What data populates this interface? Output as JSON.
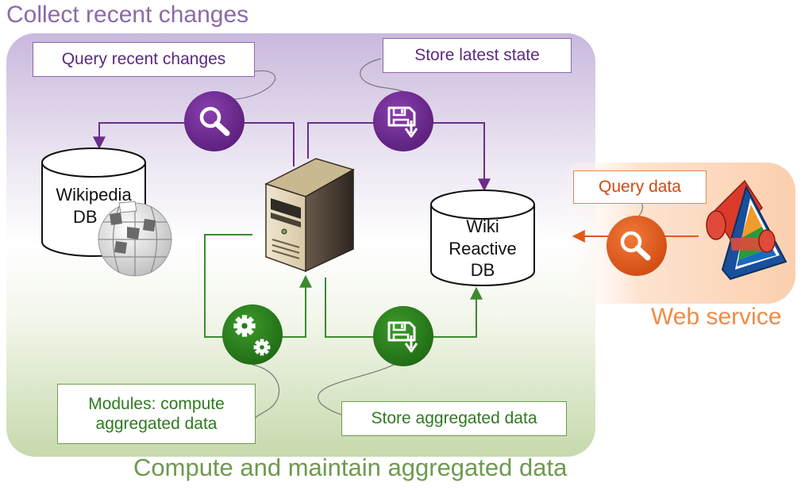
{
  "titles": {
    "collect": "Collect recent changes",
    "compute": "Compute and maintain aggregated data",
    "web_service": "Web service"
  },
  "labels": {
    "query_recent_changes": "Query recent changes",
    "store_latest_state": "Store latest state",
    "query_data": "Query data",
    "modules_line1": "Modules: compute",
    "modules_line2": "aggregated data",
    "store_aggregated_data": "Store aggregated data"
  },
  "databases": {
    "wikipedia": {
      "line1": "Wikipedia",
      "line2": "DB"
    },
    "wiki_reactive": {
      "line1": "Wiki",
      "line2": "Reactive",
      "line3": "DB"
    }
  },
  "icons": {
    "query_recent": "search-icon",
    "store_latest": "save-icon",
    "query_data": "search-icon",
    "modules": "gears-icon",
    "store_aggregated": "save-icon",
    "server": "server-icon",
    "wikipedia_logo": "wikipedia-globe-icon",
    "web_service": "web-service-logo-icon"
  },
  "colors": {
    "purple": "#6b2c8c",
    "purple_title": "#8b6aa7",
    "green": "#3b8a2e",
    "green_dark": "#2f7a1f",
    "green_title": "#6e9a4e",
    "orange": "#e05a1e",
    "orange_title": "#f08a46"
  }
}
